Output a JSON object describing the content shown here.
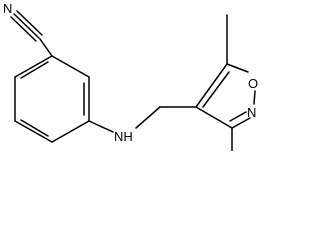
{
  "molecule": {
    "atoms": {
      "nitrile_n": "N",
      "amine": "NH",
      "ring_o": "O",
      "ring_n": "N"
    }
  },
  "colors": {
    "bond": "#000000",
    "label": "#000000",
    "background": "#ffffff"
  }
}
